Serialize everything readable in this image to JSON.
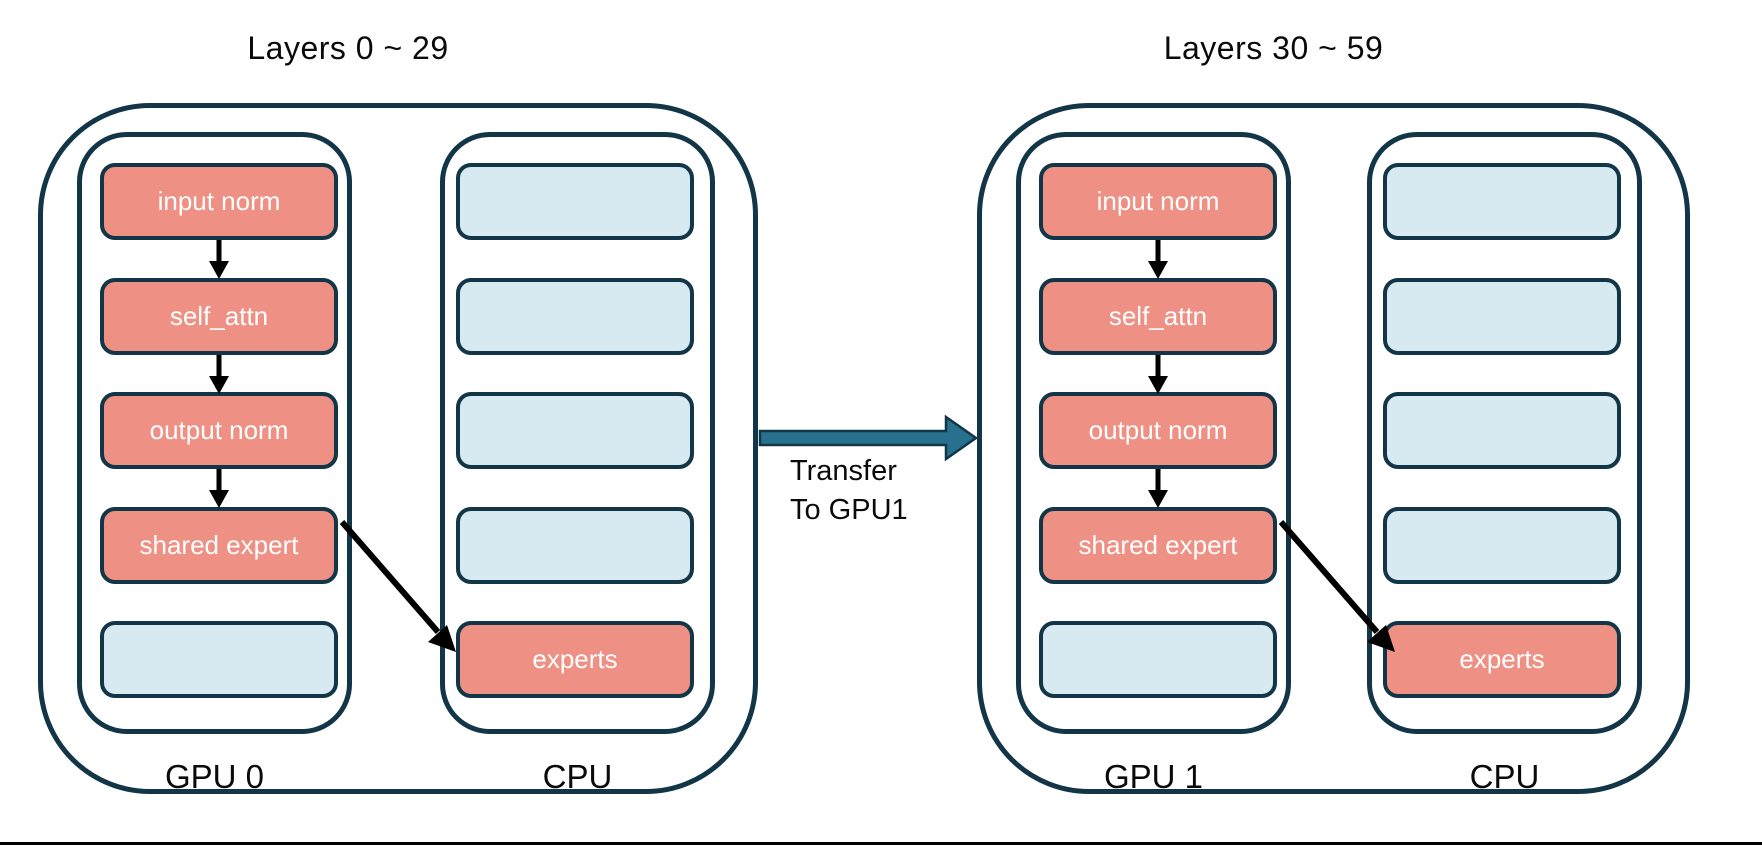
{
  "diagram": {
    "groups": [
      {
        "title": "Layers 0 ~ 29",
        "gpu": {
          "label": "GPU 0",
          "boxes": [
            "input norm",
            "self_attn",
            "output norm",
            "shared expert",
            ""
          ]
        },
        "cpu": {
          "label": "CPU",
          "boxes": [
            "",
            "",
            "",
            "",
            "experts"
          ]
        }
      },
      {
        "title": "Layers 30 ~ 59",
        "gpu": {
          "label": "GPU 1",
          "boxes": [
            "input norm",
            "self_attn",
            "output norm",
            "shared expert",
            ""
          ]
        },
        "cpu": {
          "label": "CPU",
          "boxes": [
            "",
            "",
            "",
            "",
            "experts"
          ]
        }
      }
    ],
    "transfer": {
      "line1": "Transfer",
      "line2": "To GPU1"
    }
  },
  "icons": {
    "down_arrow": "↓",
    "offload_arrow": "↘",
    "transfer_arrow": "→"
  },
  "colors": {
    "navy": "#123647",
    "pink": "#ee9184",
    "blue": "#d7e9f1",
    "teal": "#27718f",
    "text_dark": "#0a0a0a",
    "box_text": "#ffffff",
    "background": "#ffffff"
  }
}
